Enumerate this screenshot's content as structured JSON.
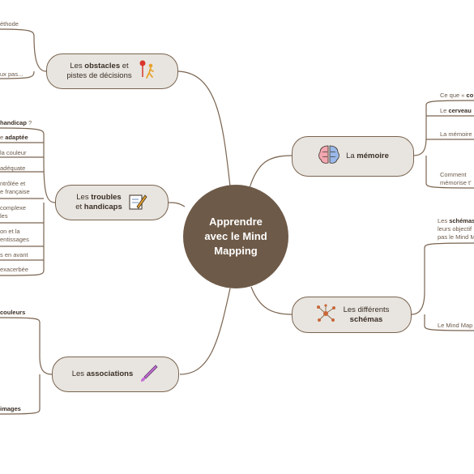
{
  "central": {
    "line1": "Apprendre",
    "line2": "avec le Mind",
    "line3": "Mapping"
  },
  "topics": {
    "obstacles": {
      "pre": "Les ",
      "bold": "obstacles",
      "post": " et",
      "line2": "pistes de décisions",
      "icon": "decision-path-icon"
    },
    "troubles": {
      "pre": "Les ",
      "bold": "troubles",
      "line2pre": "et ",
      "line2bold": "handicaps",
      "icon": "pencil-paper-icon"
    },
    "associations": {
      "pre": "Les ",
      "bold": "associations",
      "icon": "paintbrush-icon"
    },
    "memoire": {
      "pre": "La ",
      "bold": "mémoire",
      "icon": "brain-icon"
    },
    "schemas": {
      "line1": "Les différents",
      "bold": "schémas",
      "icon": "network-nodes-icon"
    }
  },
  "leaves": {
    "obstacles": [
      "éthode",
      "ux pas..."
    ],
    "troubles": {
      "t0_bold": "handicap",
      "t0_post": " ?",
      "t1_pre": "e ",
      "t1_bold": "adaptée",
      "t2": "la couleur",
      "t3": "adéquate",
      "t4a": "ntrôlée et",
      "t4b": "e française",
      "t5a": "complexe",
      "t5b": "les",
      "t6a": "on et la",
      "t6b": "entissages",
      "t7": "s en avant",
      "t8": "exacerbée"
    },
    "associations": {
      "a1": "couleurs",
      "a2": "images"
    },
    "memoire": {
      "m1_pre": "Ce que « ",
      "m1_bold": "co",
      "m2_pre": "Le ",
      "m2_bold": "cerveau",
      "m3": "La mémoire",
      "m4a": "Comment",
      "m4b": "mémorise t'"
    },
    "schemas": {
      "s1_pre": "Les ",
      "s1_bold": "schémas",
      "s1b": "leurs objectif",
      "s1c": "pas le Mind M",
      "s2": "Le Mind Map"
    }
  },
  "colors": {
    "central_fill": "#6e5a48",
    "topic_fill": "#e8e5e0",
    "topic_border": "#7a6450",
    "branch": "#7a6450",
    "leaf_text": "#6b5a4a"
  }
}
